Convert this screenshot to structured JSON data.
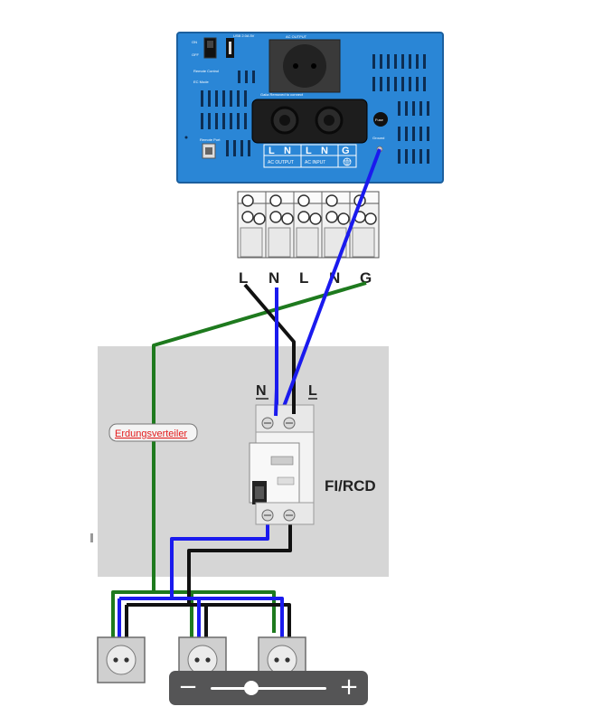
{
  "inverter": {
    "on_label": "ON",
    "off_label": "OFF",
    "usb_label": "USB 2.0A 5V",
    "ac_out_top_label": "AC OUTPUT",
    "warning_label": "Remote Control",
    "ec_mode_label": "EC Mode",
    "remote_label": "Remote Port",
    "connect_label": "Gaiia Removed to connect",
    "terminal_letters": [
      "L",
      "N",
      "L",
      "N",
      "G"
    ],
    "ac_output_label": "AC OUTPUT",
    "ac_input_label": "AC INPUT",
    "ground_label": "Ground",
    "fuse_label": "Fuse"
  },
  "terminal_labels": {
    "l1": "L",
    "n1": "N",
    "l2": "L",
    "n2": "N",
    "g": "G"
  },
  "panel_labels": {
    "n": "N",
    "l": "L",
    "erdung": "Erdungsverteiler",
    "rcd": "FI/RCD"
  },
  "wire_colors": {
    "ground": "#1e7a1e",
    "neutral": "#1a1aee",
    "live": "#111111"
  },
  "zoom": {
    "minus_label": "−",
    "plus_label": "+",
    "level": 0.35
  }
}
